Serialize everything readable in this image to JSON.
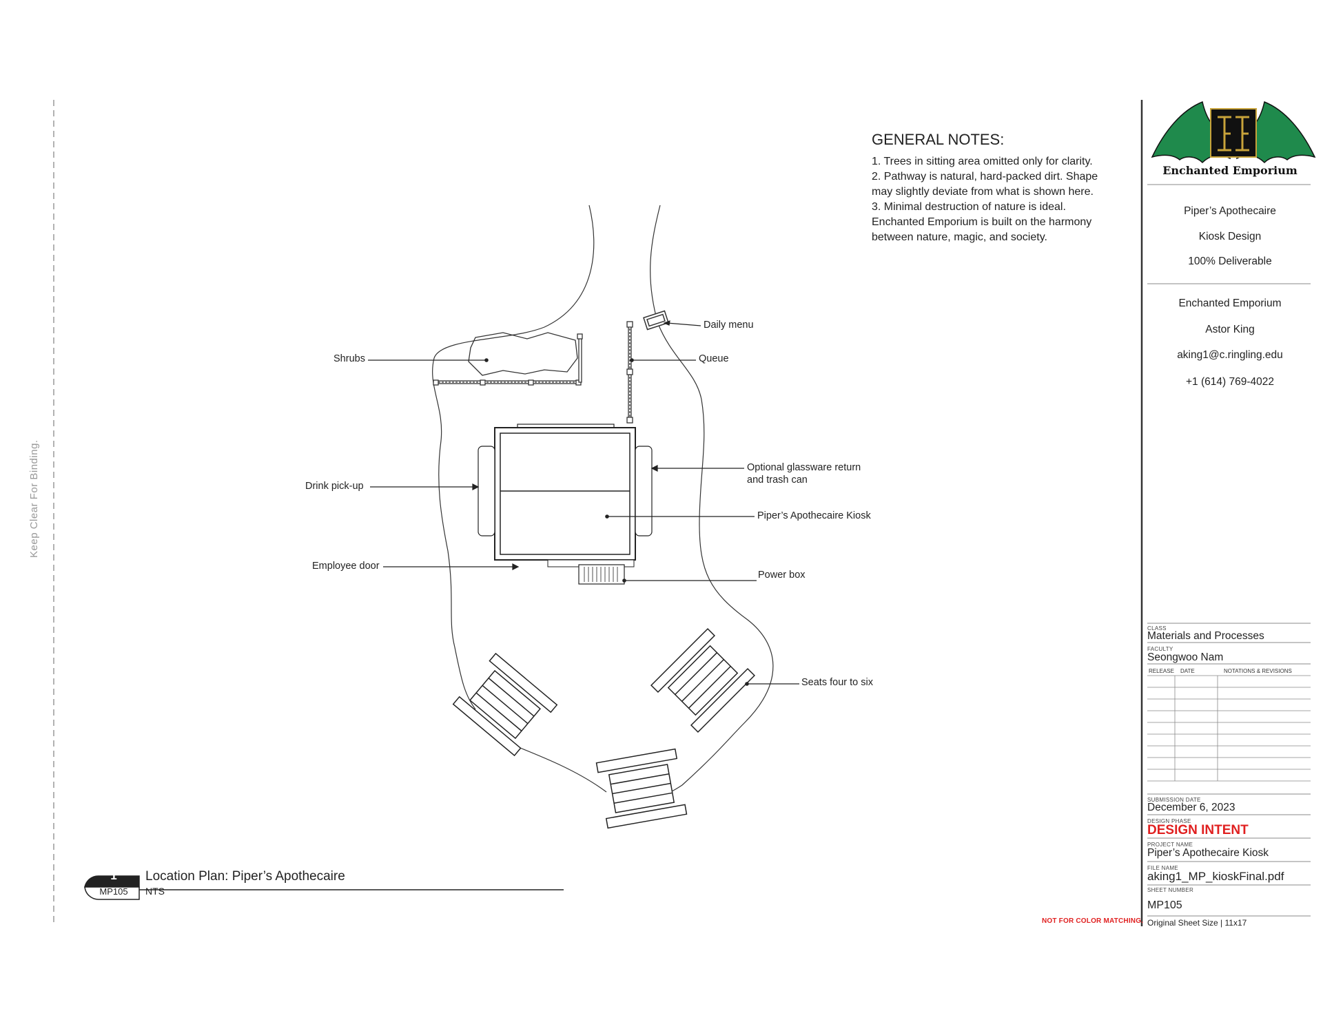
{
  "binding_note": "Keep Clear For Binding.",
  "general_notes": {
    "title": "GENERAL NOTES:",
    "lines": [
      "1. Trees in sitting area omitted only for clarity.",
      "2. Pathway is natural, hard-packed dirt. Shape",
      "may slightly deviate from what is shown here.",
      "3. Minimal destruction of nature is ideal.",
      "Enchanted Emporium is built on the harmony",
      "between nature, magic, and society."
    ]
  },
  "callouts": {
    "shrubs": "Shrubs",
    "daily_menu": "Daily menu",
    "queue": "Queue",
    "glassware_1": "Optional glassware return",
    "glassware_2": "and trash can",
    "drink_pickup": "Drink pick-up",
    "kiosk": "Piper’s Apothecaire Kiosk",
    "employee_door": "Employee door",
    "power_box": "Power box",
    "seats": "Seats four to six"
  },
  "detail": {
    "number": "1",
    "sheet": "MP105",
    "title": "Location Plan: Piper’s Apothecaire",
    "scale": "NTS"
  },
  "logo": {
    "text": "Enchanted Emporium",
    "wing_color": "#1f8a4c",
    "emblem_color": "#c8a33a"
  },
  "title_block": {
    "project_lines": [
      "Piper’s Apothecaire",
      "Kiosk Design",
      "100% Deliverable"
    ],
    "contact_lines": [
      "Enchanted Emporium",
      "Astor King",
      "aking1@c.ringling.edu",
      "+1 (614) 769-4022"
    ],
    "class_label": "CLASS",
    "class_value": "Materials and Processes",
    "faculty_label": "FACULTY",
    "faculty_value": "Seongwoo Nam",
    "release_header": "RELEASE",
    "date_header": "DATE",
    "notations_header": "NOTATIONS & REVISIONS",
    "submission_label": "SUBMISSION DATE",
    "submission_value": "December 6, 2023",
    "phase_label": "DESIGN PHASE",
    "phase_value": "DESIGN INTENT",
    "phase_color": "#e02020",
    "project_label": "PROJECT NAME",
    "project_value": "Piper’s Apothecaire Kiosk",
    "file_label": "FILE NAME",
    "file_value": "aking1_MP_kioskFinal.pdf",
    "sheet_label": "SHEET NUMBER",
    "sheet_value": "MP105",
    "original_size": "Original Sheet Size | 11x17"
  },
  "color_warning": "NOT FOR COLOR MATCHING."
}
